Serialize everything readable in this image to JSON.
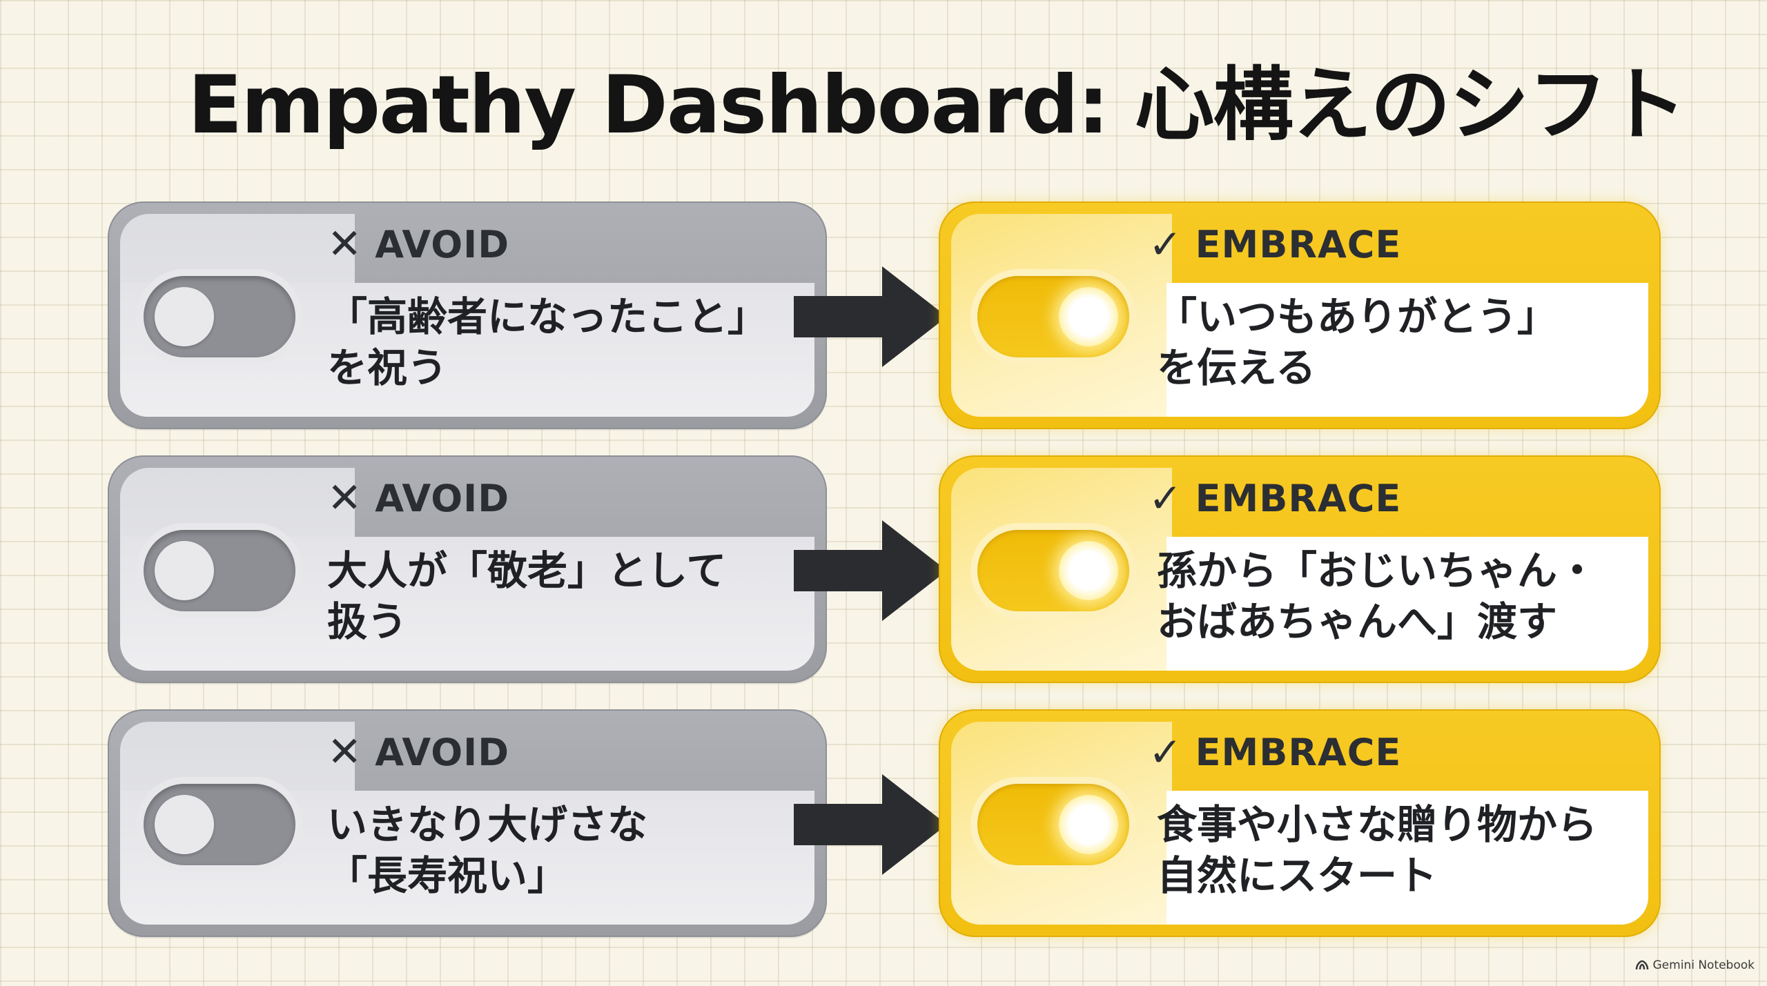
{
  "title": "Empathy Dashboard: 心構えのシフト",
  "avoid_label": "AVOID",
  "embrace_label": "EMBRACE",
  "rows": [
    {
      "avoid_lines": [
        "「高齢者になったこと」",
        "を祝う"
      ],
      "embrace_lines": [
        "「いつもありがとう」",
        "を伝える"
      ]
    },
    {
      "avoid_lines": [
        "大人が「敬老」として",
        "扱う"
      ],
      "embrace_lines": [
        "孫から「おじいちゃん・",
        "おばあちゃんへ」渡す"
      ]
    },
    {
      "avoid_lines": [
        "いきなり大げさな",
        "「長寿祝い」"
      ],
      "embrace_lines": [
        "食事や小さな贈り物から",
        "自然にスタート"
      ]
    }
  ],
  "footer": "Gemini Notebook",
  "icons": {
    "avoid": "x-icon",
    "embrace": "check-icon",
    "connector": "arrow-right-icon",
    "footer": "notebook-logo-icon"
  },
  "colors": {
    "avoid_card": "#a3a5ab",
    "embrace_card": "#f5c518",
    "arrow": "#2a2c30",
    "text": "#1f2124"
  }
}
